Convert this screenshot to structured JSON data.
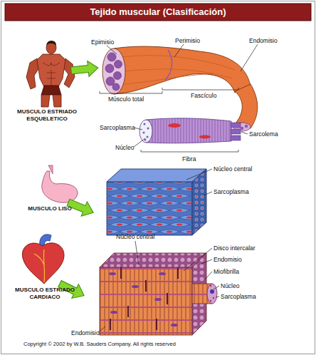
{
  "diagram": {
    "title": "Tejido muscular (Clasificación)",
    "labels": [
      "Epimisio",
      "Perimisio",
      "Endomisio",
      "Músculo total",
      "Fascículo",
      "Sarcoplasma",
      "Núcleo",
      "Sarcolema",
      "Fibra",
      "MUSCULO ESTRIADO ESQUELETICO",
      "Núcleo central",
      "Sarcoplasma",
      "MUSCULO LISO",
      "Núcleo central",
      "Disco intercalar",
      "Endomisio",
      "Miofibrilla",
      "Núcleo",
      "Sarcoplasma",
      "MUSCULO ESTRIADO CARDIACO",
      "Endomisio",
      "Copyright © 2002 by W.B. Sauders Company. All rights reserved"
    ]
  }
}
